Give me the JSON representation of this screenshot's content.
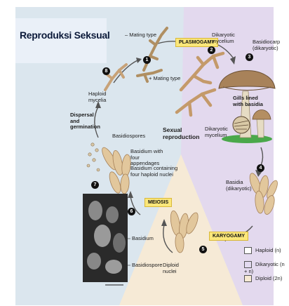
{
  "title": "Reproduksi Seksual",
  "stages": {
    "plasmogamy": "PLASMOGAMY",
    "karyogamy": "KARYOGAMY",
    "meiosis": "MEIOSIS"
  },
  "steps": [
    "1",
    "2",
    "3",
    "4",
    "5",
    "6",
    "7",
    "8"
  ],
  "labels": {
    "minus_mating": "– Mating type",
    "plus_mating": "+ Mating type",
    "dikaryotic_mycelium_1": "Dikaryotic mycelium",
    "basidiocarp": "Basidiocarp (dikaryotic)",
    "gills": "Gills lined with basidia",
    "haploid_mycelia": "Haploid mycelia",
    "dispersal": "Dispersal and germination",
    "sexual_reproduction": "Sexual reproduction",
    "dikaryotic_mycelium_2": "Dikaryotic mycelium",
    "basidiospores_top": "Basidiospores",
    "basidium_appendages": "Basidium with four appendages",
    "basidium_nuclei": "Basidium containing four haploid nuclei",
    "basidia_dikaryotic": "Basidia (dikaryotic)",
    "basidium": "Basidium",
    "basidiospore": "Basidiospore",
    "diploid_nuclei": "Diploid nuclei"
  },
  "legend": [
    {
      "label": "Haploid (n)",
      "color": "#ffffff"
    },
    {
      "label": "Dikaryotic (n + n)",
      "color": "#e3daf0"
    },
    {
      "label": "Diploid (2n)",
      "color": "#f7ead4"
    }
  ],
  "colors": {
    "haploid_bg": "#dbe6ee",
    "dikaryotic_bg": "#e3d9ee",
    "diploid_bg": "#f6ead6",
    "stage_box": "#fbe77a"
  }
}
